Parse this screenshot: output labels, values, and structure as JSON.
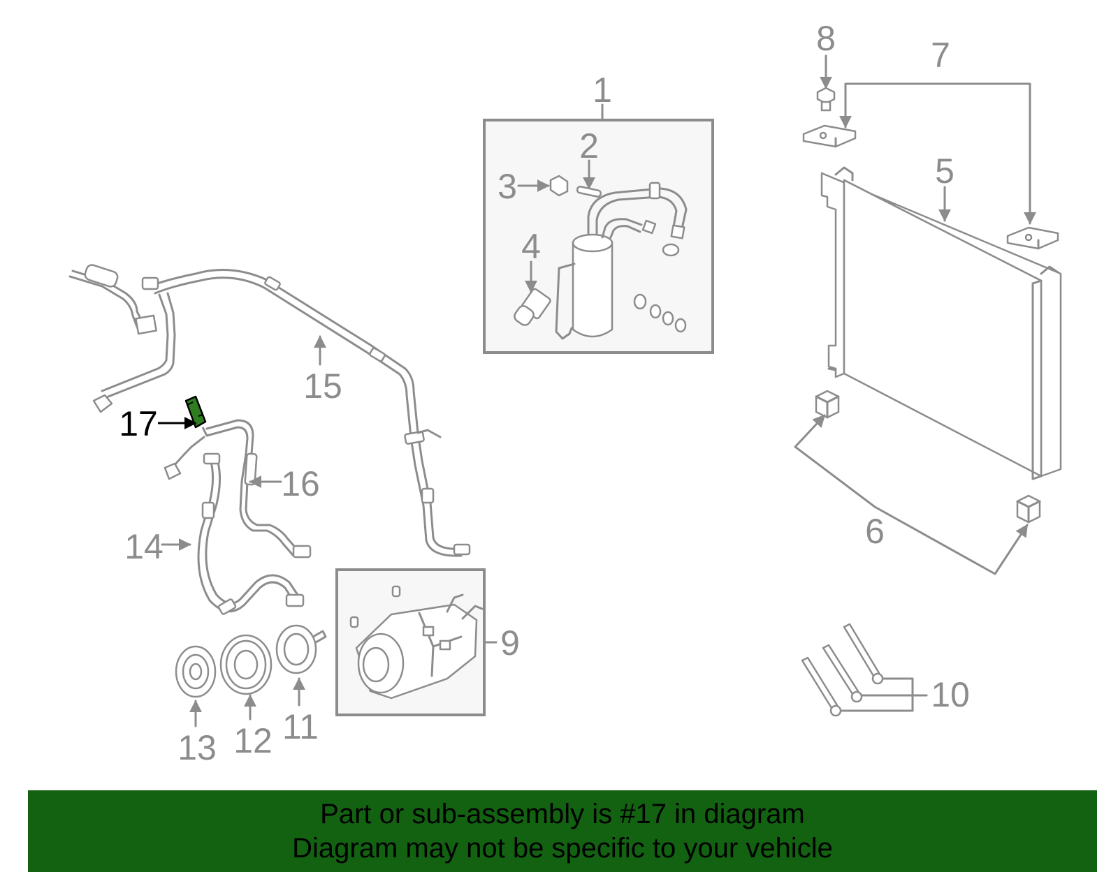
{
  "callouts": {
    "c1": "1",
    "c2": "2",
    "c3": "3",
    "c4": "4",
    "c5": "5",
    "c6": "6",
    "c7": "7",
    "c8": "8",
    "c9": "9",
    "c10": "10",
    "c11": "11",
    "c12": "12",
    "c13": "13",
    "c14": "14",
    "c15": "15",
    "c16": "16",
    "c17": "17"
  },
  "highlighted_part": "17",
  "colors": {
    "line": "#8c8c8c",
    "highlight_part": "#2e7d1e",
    "banner": "#126212",
    "text_highlight": "#000000"
  },
  "banner": {
    "line1": "Part or sub-assembly is #17 in diagram",
    "line2": "Diagram may not be specific to your vehicle"
  }
}
